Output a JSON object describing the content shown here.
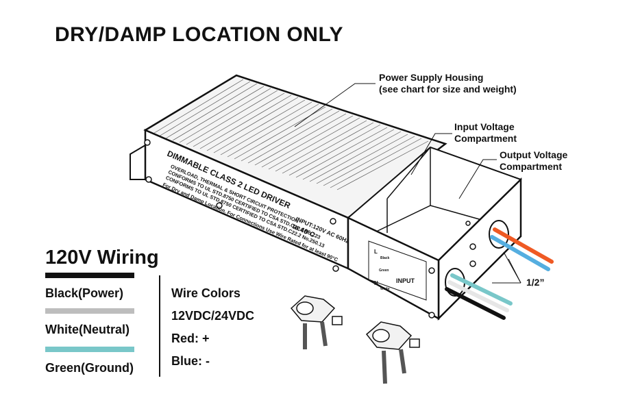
{
  "title": "DRY/DAMP LOCATION ONLY",
  "callouts": {
    "housing_1": "Power Supply Housing",
    "housing_2": "(see chart for size and weight)",
    "input_1": "Input Voltage",
    "input_2": "Compartment",
    "output_1": "Output Voltage",
    "output_2": "Compartment",
    "half_inch": "1/2”"
  },
  "label_plate": {
    "line1": "DIMMABLE CLASS 2 LED DRIVER",
    "line2": "OVERLOAD, THERMAL & SHORT CIRCUIT PROTECTION",
    "line3": "CONFORMS TO UL STD.8750 CERTIFIED TO CSA STD.C22.2 No.223",
    "line4": "CONFORMS TO UL STD.8750 CERTIFIED TO CSA STD.C22.2 No.250.13",
    "line5": "For Dry and Damp Location. For Connections Use Wire Rated for at least 90°C",
    "input_rating": "INPUT:120V AC 60Hz",
    "ta_rating": "ta:40°C"
  },
  "terminal_panel": {
    "L": "L",
    "N": "N",
    "black": "Black",
    "green": "Green",
    "white": "White",
    "input": "INPUT"
  },
  "wiring": {
    "title": "120V Wiring",
    "items": [
      {
        "label": "Black(Power)",
        "color": "#111111"
      },
      {
        "label": "White(Neutral)",
        "color": "#bdbdbd"
      },
      {
        "label": "Green(Ground)",
        "color": "#79c7c9"
      }
    ]
  },
  "wire_colors": {
    "heading": "Wire Colors",
    "voltage": "12VDC/24VDC",
    "red": "Red: +",
    "blue": "Blue: -"
  },
  "colors": {
    "output_red": "#ef5a24",
    "output_blue": "#55aee0",
    "input_teal": "#79c7c9",
    "input_white": "#e6e6e6"
  }
}
